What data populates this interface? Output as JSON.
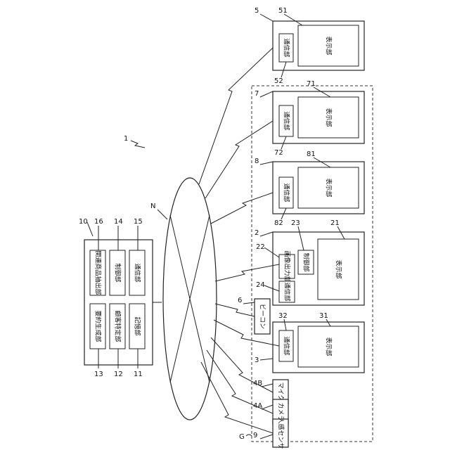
{
  "system_ref": "1",
  "network": {
    "ref": "N"
  },
  "group": {
    "ref": "G"
  },
  "server": {
    "ref": "10",
    "blocks": [
      {
        "ref": "16",
        "label": "関連商品抽出部"
      },
      {
        "ref": "14",
        "label": "制御部"
      },
      {
        "ref": "15",
        "label": "通信部"
      },
      {
        "ref": "13",
        "label": "要約生成部"
      },
      {
        "ref": "12",
        "label": "顧客特定部"
      },
      {
        "ref": "11",
        "label": "記憶部"
      }
    ]
  },
  "terminals": [
    {
      "ref": "5",
      "comm_ref": "52",
      "comm_label": "通信部",
      "display_ref": "51",
      "display_label": "表示部"
    },
    {
      "ref": "7",
      "comm_ref": "72",
      "comm_label": "通信部",
      "display_ref": "71",
      "display_label": "表示部"
    },
    {
      "ref": "8",
      "comm_ref": "82",
      "comm_label": "通信部",
      "display_ref": "81",
      "display_label": "表示部"
    },
    {
      "ref": "3",
      "comm_ref": "32",
      "comm_label": "通信部",
      "display_ref": "31",
      "display_label": "表示部"
    }
  ],
  "main_device": {
    "ref": "2",
    "image_output": {
      "ref": "22",
      "label": "画像出力部"
    },
    "control": {
      "ref": "23",
      "label": "制御部"
    },
    "comm": {
      "ref": "24",
      "label": "通信部"
    },
    "display": {
      "ref": "21",
      "label": "表示部"
    }
  },
  "beacon": {
    "ref": "6",
    "label": "ビーコン"
  },
  "sensors": [
    {
      "ref": "4B",
      "label": "マイク"
    },
    {
      "ref": "4A",
      "label": "カメラ"
    },
    {
      "ref": "9",
      "label": "人感センサ"
    }
  ]
}
